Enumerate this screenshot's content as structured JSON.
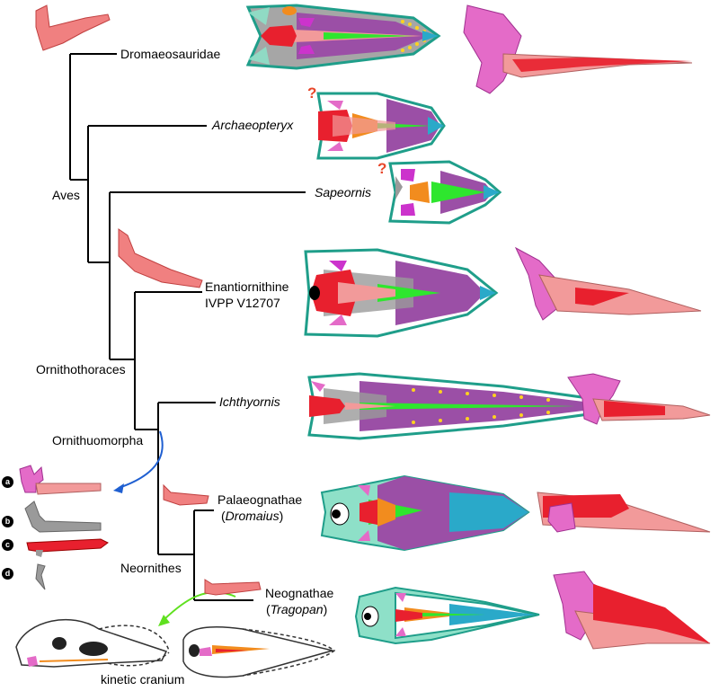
{
  "taxa": {
    "dromaeosauridae": "Dromaeosauridae",
    "archaeopteryx": "Archaeopteryx",
    "sapeornis": "Sapeornis",
    "enantiornithine_line1": "Enantiornithine",
    "enantiornithine_line2": "IVPP V12707",
    "ichthyornis": "Ichthyornis",
    "palaeognathae_line1": "Palaeognathae",
    "palaeognathae_line2_open": "(",
    "palaeognathae_line2_name": "Dromaius",
    "palaeognathae_line2_close": ")",
    "neognathae_line1": "Neognathae",
    "neognathae_line2_open": "(",
    "neognathae_line2_name": "Tragopan",
    "neognathae_line2_close": ")"
  },
  "clades": {
    "aves": "Aves",
    "ornithothoraces": "Ornithothoraces",
    "ornithuomorpha": "Ornithuomorpha",
    "neornithes": "Neornithes"
  },
  "legend": {
    "a": "a",
    "b": "b",
    "c": "c",
    "d": "d"
  },
  "question_mark": "?",
  "caption": "kinetic cranium",
  "colors": {
    "palatine_red": "#e8202e",
    "pterygoid_salmon": "#f29a9a",
    "vomer_green": "#2ee62e",
    "maxilla_purple": "#9b4fa6",
    "premaxilla_teal": "#2aa9c9",
    "jugal_teal_outline": "#1f9e8a",
    "ectopterygoid_pink": "#e46bc8",
    "quadrate_magenta": "#cc33cc",
    "orange": "#f28c1e",
    "grey": "#9a9a9a",
    "braincase_mint": "#8ee0c8",
    "arrow_blue": "#1f5fd1",
    "arrow_green": "#5fe01f"
  }
}
